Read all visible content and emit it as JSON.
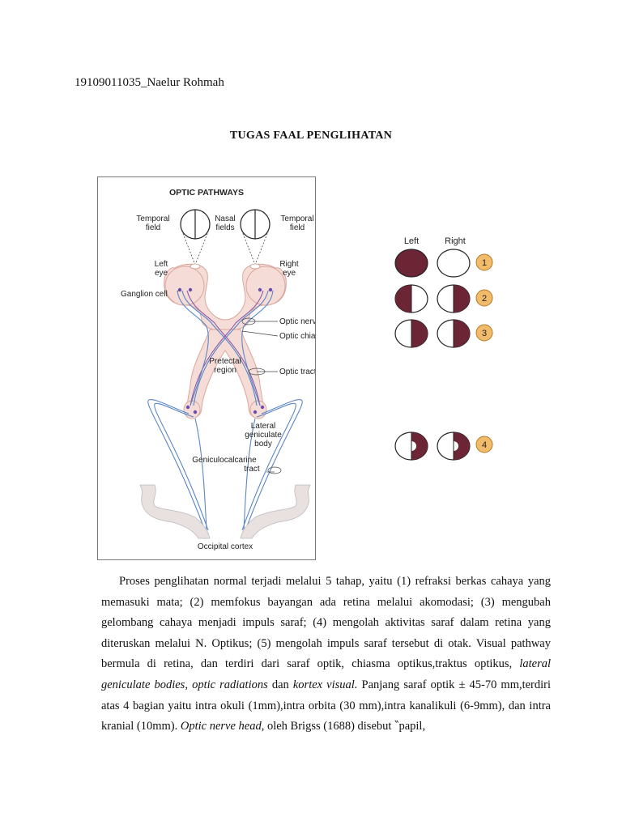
{
  "header": {
    "author": "19109011035_Naelur Rohmah",
    "title": "TUGAS FAAL PENGLIHATAN"
  },
  "figure": {
    "title": "OPTIC PATHWAYS",
    "labels": {
      "temporal_field_left_1": "Temporal",
      "temporal_field_left_2": "field",
      "nasal_fields_1": "Nasal",
      "nasal_fields_2": "fields",
      "temporal_field_right_1": "Temporal",
      "temporal_field_right_2": "field",
      "left_eye_1": "Left",
      "left_eye_2": "eye",
      "right_eye_1": "Right",
      "right_eye_2": "eye",
      "ganglion_cell": "Ganglion cell",
      "optic_nerve": "Optic nerve",
      "optic_chiasm": "Optic chiasm",
      "pretectal_1": "Pretectal",
      "pretectal_2": "region",
      "optic_tract": "Optic tract",
      "lgb_1": "Lateral",
      "lgb_2": "geniculate",
      "lgb_3": "body",
      "gc_tract_1": "Geniculocalcarine",
      "gc_tract_2": "tract",
      "occipital": "Occipital cortex"
    },
    "colors": {
      "tissue": "#f6dcd6",
      "tissue_stroke": "#d9a79c",
      "fiber_blue": "#5b86c6",
      "fiber_purple": "#8a5aa6",
      "cortex": "#e9e1df",
      "defect": "#6b2535",
      "badge": "#f2bb6a"
    }
  },
  "legend": {
    "left_label": "Left",
    "right_label": "Right",
    "rows": [
      {
        "badge": "1"
      },
      {
        "badge": "2"
      },
      {
        "badge": "3"
      },
      {
        "badge": "4"
      }
    ]
  },
  "body": {
    "s1": "Proses penglihatan normal terjadi  melalui 5 tahap, yaitu (1) refraksi berkas cahaya yang memasuki mata; (2) memfokus bayangan ada retina melalui akomodasi; (3) mengubah gelombang cahaya menjadi impuls saraf; (4) mengolah aktivitas saraf dalam retina yang diteruskan melalui N. Optikus; (5) mengolah impuls saraf tersebut di otak. Visual pathway bermula di retina, dan terdiri dari saraf optik, chiasma optikus,traktus optikus, ",
    "i1": "lateral geniculate bodies",
    "s2": ", ",
    "i2": "optic radiations",
    "s3": " dan ",
    "i3": "kortex visual.",
    "s4": " Panjang saraf optik ± 45-70 mm,terdiri atas 4 bagian yaitu intra okuli (1mm),intra orbita (30 mm),intra kanalikuli (6-9mm), dan intra kranial (10mm). ",
    "i4": "Optic nerve head,",
    "s5": " oleh Brigss (1688) disebut ‶papil,"
  }
}
